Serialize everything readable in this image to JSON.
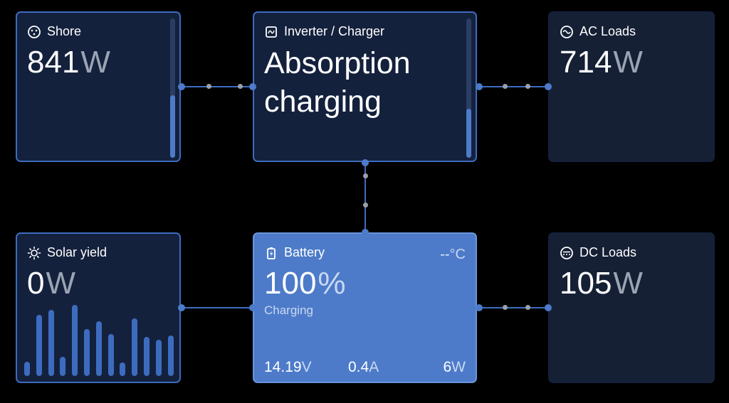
{
  "shore": {
    "title": "Shore",
    "value": "841",
    "unit": "W",
    "level": 0.45
  },
  "inverter": {
    "title": "Inverter / Charger",
    "state_line1": "Absorption",
    "state_line2": "charging",
    "level": 0.35
  },
  "ac_loads": {
    "title": "AC Loads",
    "value": "714",
    "unit": "W"
  },
  "solar": {
    "title": "Solar yield",
    "value": "0",
    "unit": "W",
    "bars": [
      0.2,
      0.86,
      0.93,
      0.27,
      1.0,
      0.66,
      0.77,
      0.59,
      0.19,
      0.81,
      0.55,
      0.51,
      0.57
    ]
  },
  "battery": {
    "title": "Battery",
    "temp": "--",
    "temp_unit": "°C",
    "value": "100",
    "unit": "%",
    "status": "Charging",
    "voltage": "14.19",
    "voltage_unit": "V",
    "current": "0.4",
    "current_unit": "A",
    "power": "6",
    "power_unit": "W"
  },
  "dc_loads": {
    "title": "DC Loads",
    "value": "105",
    "unit": "W"
  }
}
